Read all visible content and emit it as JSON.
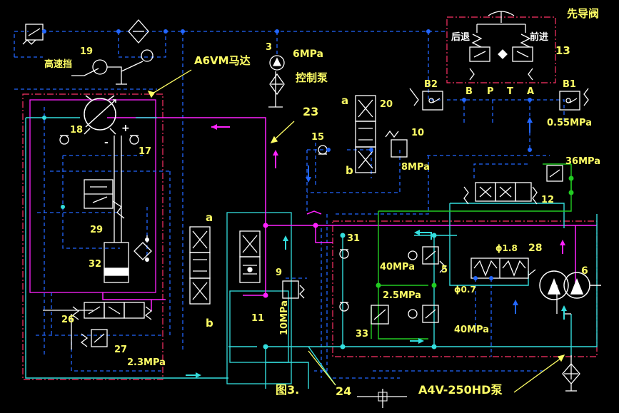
{
  "figure_caption": "图3.",
  "labels": {
    "pilot_valve": "先导阀",
    "backward": "后退",
    "forward": "前进",
    "n13": "13",
    "n19": "19",
    "high_speed": "高速挡",
    "motor": "A6VM马达",
    "n3": "3",
    "control_pump_pressure": "6MPa",
    "control_pump": "控制泵",
    "n23": "23",
    "a_top": "a",
    "n20": "20",
    "B2": "B2",
    "B": "B",
    "P": "P",
    "T": "T",
    "A": "A",
    "B1": "B1",
    "p055": "0.55MPa",
    "n18": "18",
    "plus": "+",
    "minus": "-",
    "n17": "17",
    "n15": "15",
    "n10": "10",
    "b_mid": "b",
    "p8": "8MPa",
    "p36": "36MPa",
    "n12": "12",
    "n29": "29",
    "a_left": "a",
    "n31": "31",
    "phi18": "ϕ1.8",
    "n28": "28",
    "n32": "32",
    "p40a": "40MPa",
    "n5": "5",
    "n6": "6",
    "n9": "9",
    "phi07": "ϕ0.7",
    "p25": "2.5MPa",
    "n26": "26",
    "b_left": "b",
    "n11": "11",
    "p10": "10MPa",
    "n33": "33",
    "p40b": "40MPa",
    "n27": "27",
    "p23": "2.3MPa",
    "n24": "24",
    "pump": "A4V-250HD泵"
  },
  "colors": {
    "background": "#000000",
    "blue_line": "#2266ff",
    "magenta_line": "#ff22ff",
    "cyan_line": "#33dddd",
    "green_line": "#22cc22",
    "red_line": "#ff3366",
    "white_line": "#ffffff",
    "label_yellow": "#ffff66"
  }
}
